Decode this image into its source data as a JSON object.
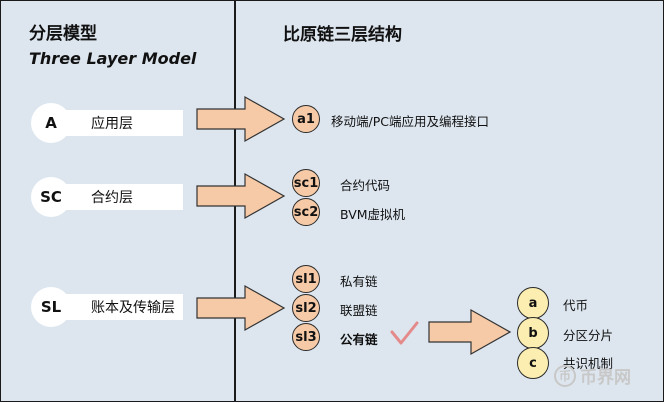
{
  "left": {
    "title": "分层模型",
    "subtitle": "Three Layer Model",
    "layers": [
      {
        "code": "A",
        "name": "应用层"
      },
      {
        "code": "SC",
        "name": "合约层"
      },
      {
        "code": "SL",
        "name": "账本及传输层"
      }
    ]
  },
  "right": {
    "title": "比原链三层结构",
    "a_items": [
      {
        "tag": "a1",
        "text": "移动端/PC端应用及编程接口"
      }
    ],
    "sc_items": [
      {
        "tag": "sc1",
        "text": "合约代码"
      },
      {
        "tag": "sc2",
        "text": "BVM虚拟机"
      }
    ],
    "sl_items": [
      {
        "tag": "sl1",
        "text": "私有链"
      },
      {
        "tag": "sl2",
        "text": "联盟链"
      },
      {
        "tag": "sl3",
        "text": "公有链"
      }
    ],
    "public_chain_items": [
      {
        "tag": "a",
        "text": "代币"
      },
      {
        "tag": "b",
        "text": "分区分片"
      },
      {
        "tag": "c",
        "text": "共识机制"
      }
    ]
  },
  "watermark": {
    "icon_char": "币",
    "text": "币界网"
  },
  "colors": {
    "background": "#dde6ef",
    "arrow_fill": "#f6caa6",
    "tag_orange": "#f6caa6",
    "tag_yellow": "#fbeeb0",
    "check_color": "#e58a8a"
  }
}
